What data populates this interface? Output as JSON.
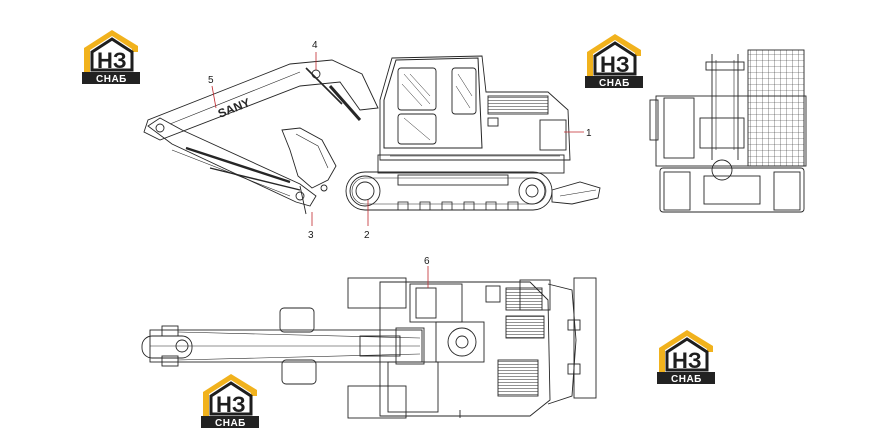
{
  "logo": {
    "letters": "НЗ",
    "caption": "СНАБ",
    "colors": {
      "roof": "#f1b21d",
      "frame": "#1e1e1e",
      "letters": "#1e1e1e",
      "caption_bg": "#222222",
      "caption_fg": "#ffffff"
    }
  },
  "callouts": [
    "1",
    "2",
    "3",
    "4",
    "5",
    "6"
  ],
  "colors": {
    "line": "#262626",
    "leader": "#c0282d"
  }
}
